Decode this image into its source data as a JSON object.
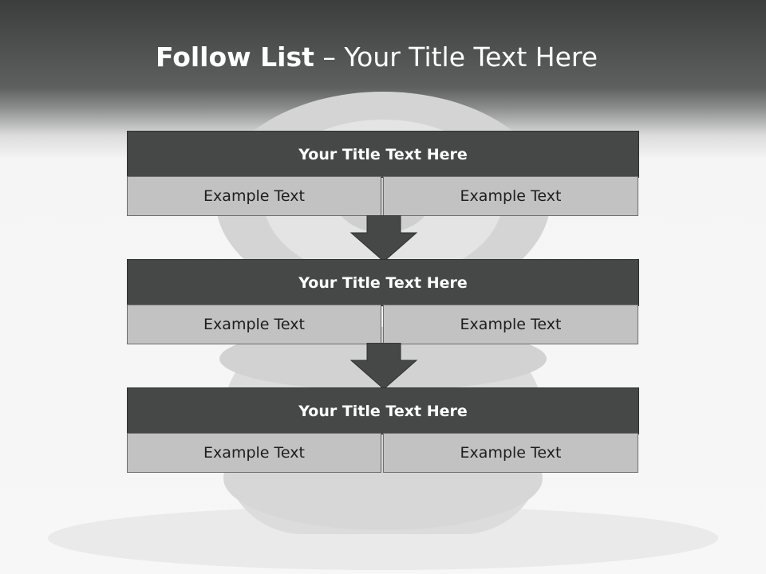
{
  "slide": {
    "title_bold": "Follow List",
    "title_rest": " – Your Title Text Here"
  },
  "blocks": [
    {
      "heading": "Your Title Text Here",
      "left": "Example Text",
      "right": "Example Text"
    },
    {
      "heading": "Your Title Text Here",
      "left": "Example Text",
      "right": "Example Text"
    },
    {
      "heading": "Your Title Text Here",
      "left": "Example Text",
      "right": "Example Text"
    }
  ],
  "colors": {
    "header_band": "#4a4c4b",
    "block_heading": "#454847",
    "block_cell": "#c2c2c2",
    "arrow": "#454847"
  }
}
